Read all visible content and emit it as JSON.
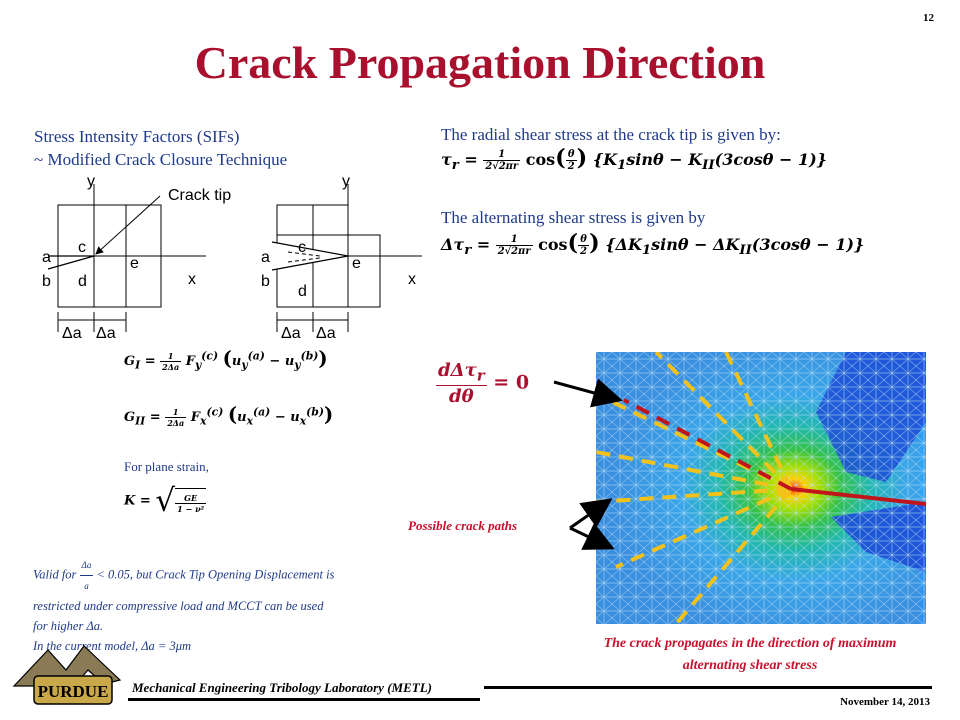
{
  "slide": {
    "page_number": "12",
    "title": "Crack Propagation Direction",
    "date": "November 14, 2013",
    "lab": "Mechanical Engineering Tribology Laboratory (METL)"
  },
  "left": {
    "sif_title_line1": "Stress Intensity Factors (SIFs)",
    "sif_title_line2": "~ Modified Crack Closure Technique",
    "diagram": {
      "crack_tip_label": "Crack tip",
      "axis_y": "y",
      "axis_x": "x",
      "node_a": "a",
      "node_b": "b",
      "node_c": "c",
      "node_d": "d",
      "node_e": "e",
      "delta_a": "Δa"
    },
    "plane_strain": "For plane strain,",
    "valid_line1_pre": "Valid for",
    "valid_frac_num": "Δa",
    "valid_frac_den": "a",
    "valid_line1_post": "< 0.05, but Crack Tip Opening Displacement is",
    "valid_line2": "restricted under compressive load and MCCT can be used",
    "valid_line3": "for higher Δa.",
    "valid_line4": "In the current model, Δa = 3μm"
  },
  "right": {
    "radial_text": "The radial shear stress at the crack tip is given by:",
    "alternating_text": "The alternating shear stress is given by",
    "possible_paths": "Possible crack paths",
    "caption_line1": "The crack propagates in the direction of maximum",
    "caption_line2": "alternating shear stress"
  },
  "colors": {
    "title": "#a8102e",
    "body_text": "#1f3a8a",
    "accent_red": "#c8102e",
    "path_yellow": "#f2c21b",
    "crack_red": "#c0151b"
  }
}
